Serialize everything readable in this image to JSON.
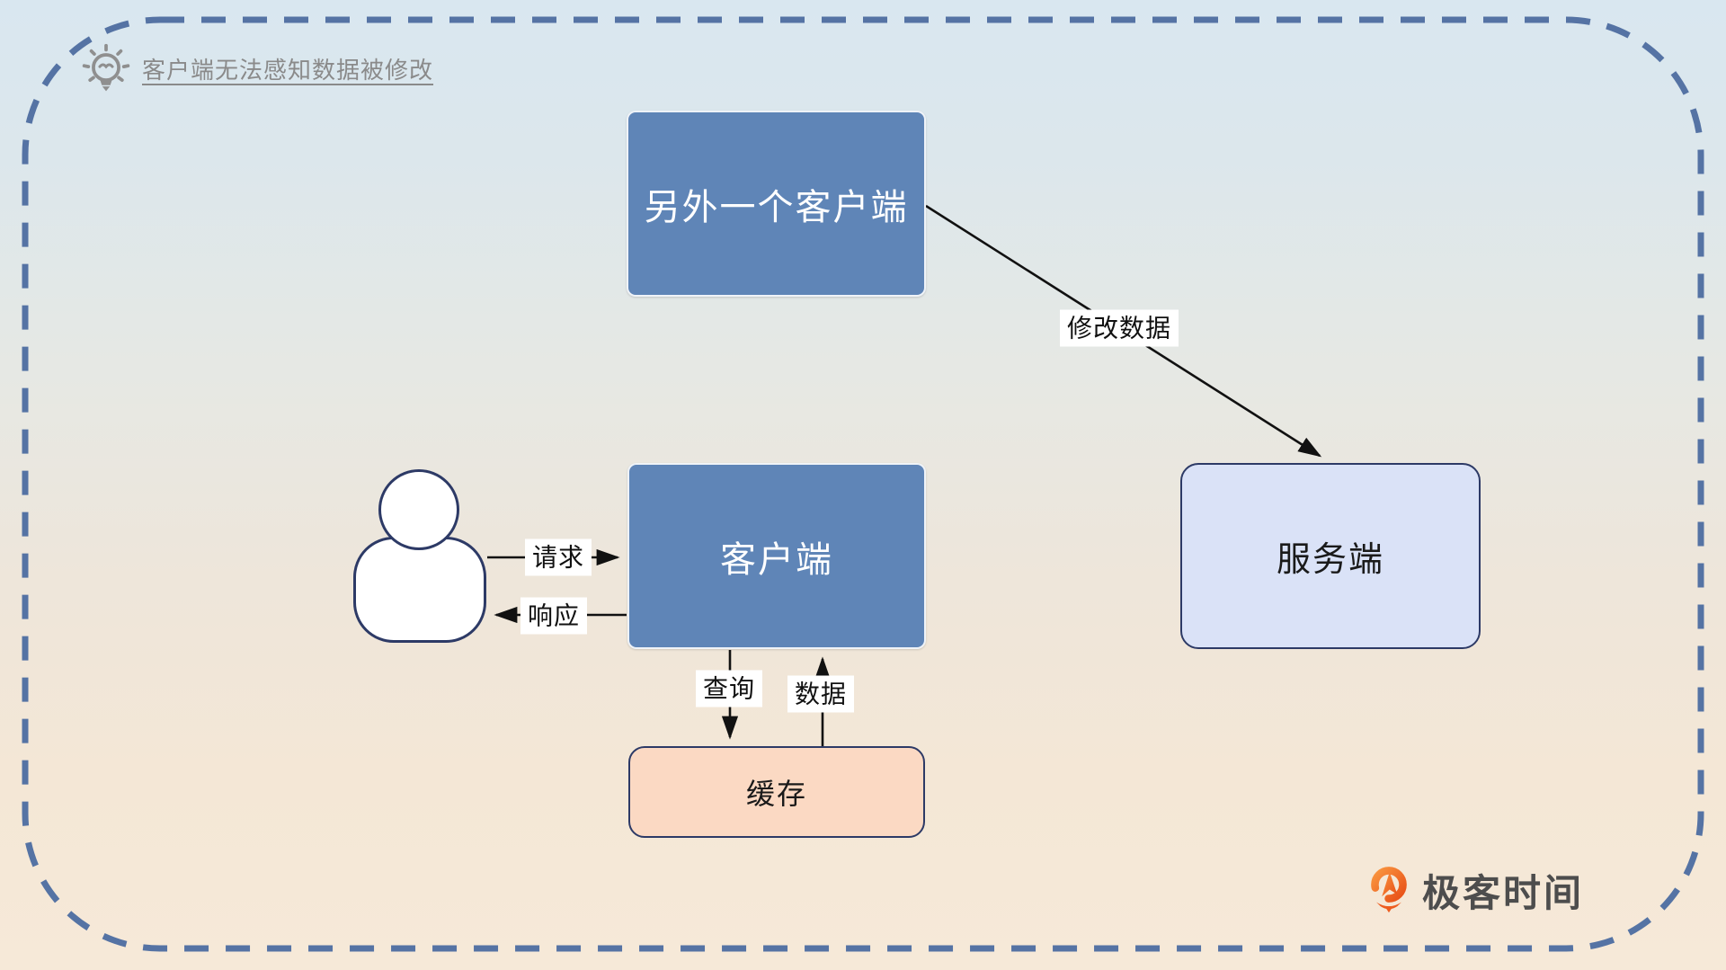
{
  "note": {
    "icon": "lightbulb-icon",
    "text": "客户端无法感知数据被修改"
  },
  "diagram": {
    "nodes": {
      "another_client": {
        "label": "另外一个客户端"
      },
      "client": {
        "label": "客户端"
      },
      "server": {
        "label": "服务端"
      },
      "cache": {
        "label": "缓存"
      }
    },
    "edges": {
      "modify": {
        "label": "修改数据",
        "from": "another_client",
        "to": "server"
      },
      "request": {
        "label": "请求",
        "from": "user",
        "to": "client"
      },
      "response": {
        "label": "响应",
        "from": "client",
        "to": "user"
      },
      "query": {
        "label": "查询",
        "from": "client",
        "to": "cache"
      },
      "data": {
        "label": "数据",
        "from": "cache",
        "to": "client"
      }
    }
  },
  "branding": {
    "logo_icon": "geektime-logo-icon",
    "logo_text": "极客时间"
  },
  "colors": {
    "frame_dash": "#5573a4",
    "node_blue": "#5f85b7",
    "node_light_blue": "#dae2f7",
    "node_peach": "#fbd9c3",
    "node_border_navy": "#2d3a66",
    "arrow_black": "#111111",
    "note_gray": "#8a8a8a",
    "brand_orange": "#ee5c1f",
    "bg_top": "#d9e7f0",
    "bg_bottom": "#f6e9d8"
  }
}
